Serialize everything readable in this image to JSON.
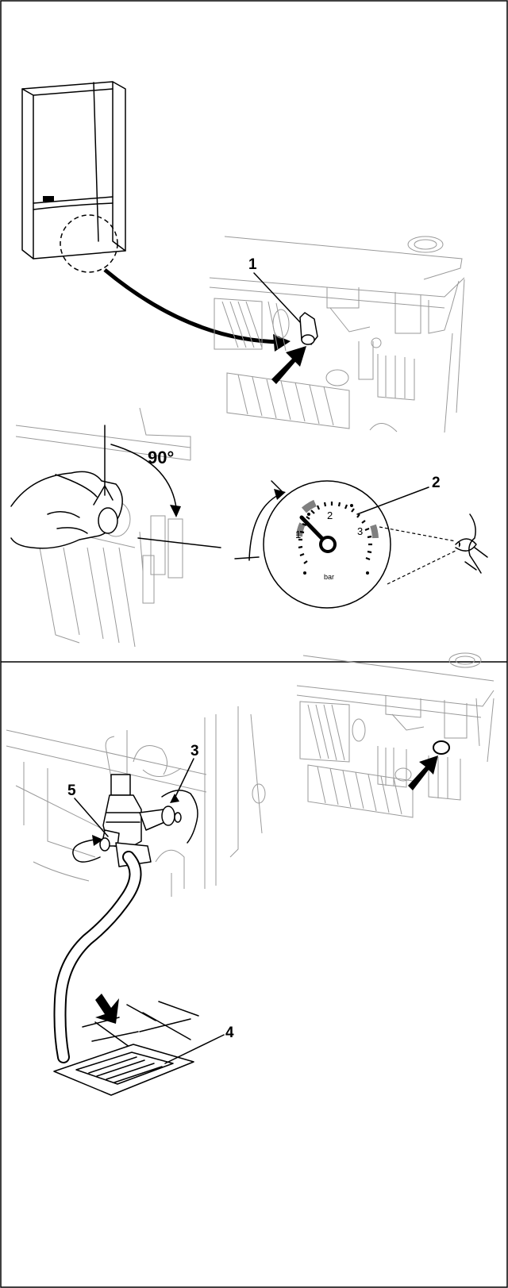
{
  "callouts": {
    "c1": "1",
    "c2": "2",
    "c3": "3",
    "c4": "4",
    "c5": "5"
  },
  "angle_label": "90°",
  "gauge": {
    "unit": "bar",
    "scale": [
      "1",
      "2",
      "3"
    ]
  },
  "colors": {
    "line": "#000000",
    "faint": "#9a9a9a",
    "paper": "#ffffff",
    "zone": "#808080"
  },
  "icons": [
    "boiler-unit",
    "magnify-circle",
    "arrow",
    "gauge",
    "eye",
    "hand",
    "drain-valve",
    "hose",
    "floor-drain"
  ]
}
